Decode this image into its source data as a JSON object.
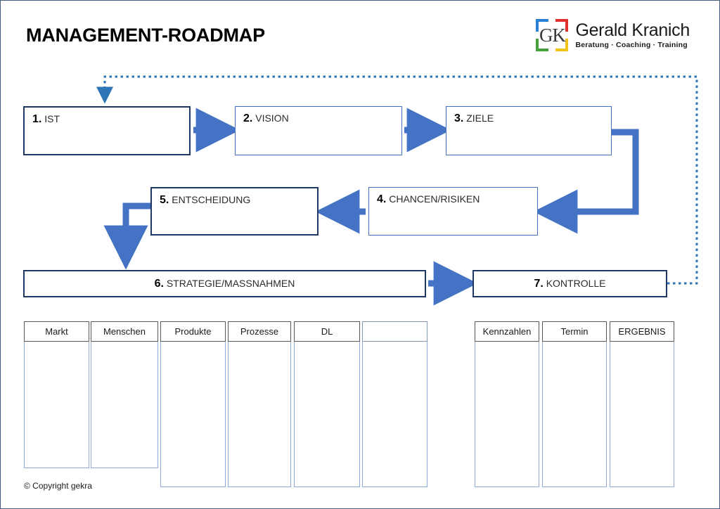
{
  "page": {
    "title": "MANAGEMENT-ROADMAP",
    "copyright": "© Copyright gekra",
    "accent_blue": "#4472c4",
    "dark_blue": "#1f3864",
    "dotted_blue": "#2e75b6"
  },
  "logo": {
    "monogram": "GK",
    "name": "Gerald Kranich",
    "tagline": "Beratung · Coaching · Training",
    "corner_colors": {
      "top_left": "#2b7fd4",
      "top_right": "#e03030",
      "bottom_left": "#46a13c",
      "bottom_right": "#f0c419"
    }
  },
  "flow": {
    "nodes": [
      {
        "num": "1.",
        "label": "IST",
        "border": "dark"
      },
      {
        "num": "2.",
        "label": "VISION",
        "border": "light"
      },
      {
        "num": "3.",
        "label": "ZIELE",
        "border": "light"
      },
      {
        "num": "4.",
        "label": "CHANCEN/RISIKEN",
        "border": "light"
      },
      {
        "num": "5.",
        "label": "ENTSCHEIDUNG",
        "border": "dark"
      },
      {
        "num": "6.",
        "label": "STRATEGIE/MASSNAHMEN",
        "border": "dark"
      },
      {
        "num": "7.",
        "label": "KONTROLLE",
        "border": "dark"
      }
    ]
  },
  "left_table": {
    "columns": [
      "Markt",
      "Menschen",
      "Produkte",
      "Prozesse",
      "DL",
      ""
    ]
  },
  "right_table": {
    "columns": [
      "Kennzahlen",
      "Termin",
      "ERGEBNIS"
    ]
  }
}
